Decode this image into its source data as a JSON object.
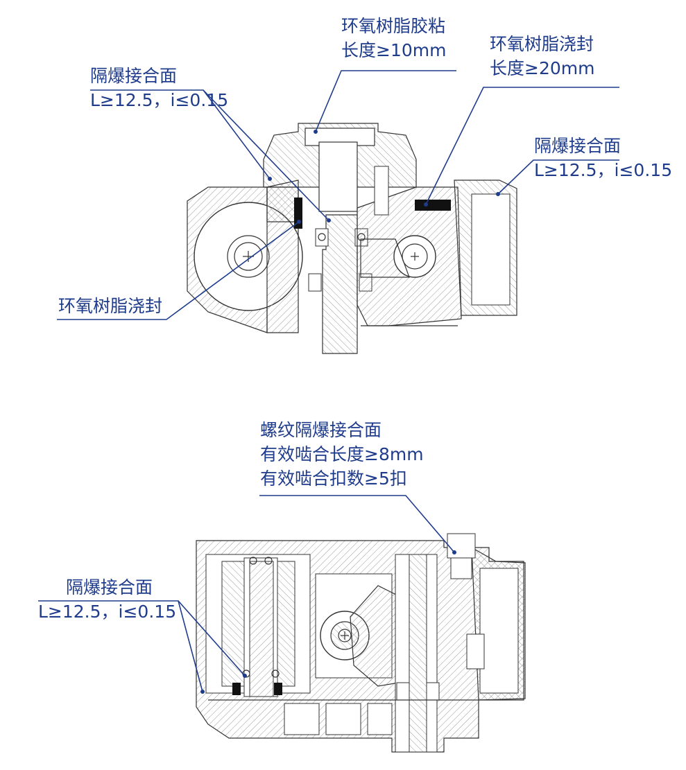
{
  "colors": {
    "label": "#1f3c8c",
    "leader": "#1f3c8c",
    "drawing": "#333333",
    "seal": "#111111"
  },
  "labels": {
    "epoxy_glue": {
      "line1": "环氧树脂胶粘",
      "line2": "长度≥10mm"
    },
    "epoxy_pour_top": {
      "line1": "环氧树脂浇封",
      "line2": "长度≥20mm"
    },
    "flameproof_top_left": {
      "line1": "隔爆接合面",
      "line2": "L≥12.5，i≤0.15"
    },
    "flameproof_top_right": {
      "line1": "隔爆接合面",
      "line2": "L≥12.5，i≤0.15"
    },
    "epoxy_pour_left": {
      "line1": "环氧树脂浇封"
    },
    "thread_joint": {
      "line1": "螺纹隔爆接合面",
      "line2": "有效啮合长度≥8mm",
      "line3": "有效啮合扣数≥5扣"
    },
    "flameproof_bottom_left": {
      "line1": "隔爆接合面",
      "line2": "L≥12.5，i≤0.15"
    }
  }
}
